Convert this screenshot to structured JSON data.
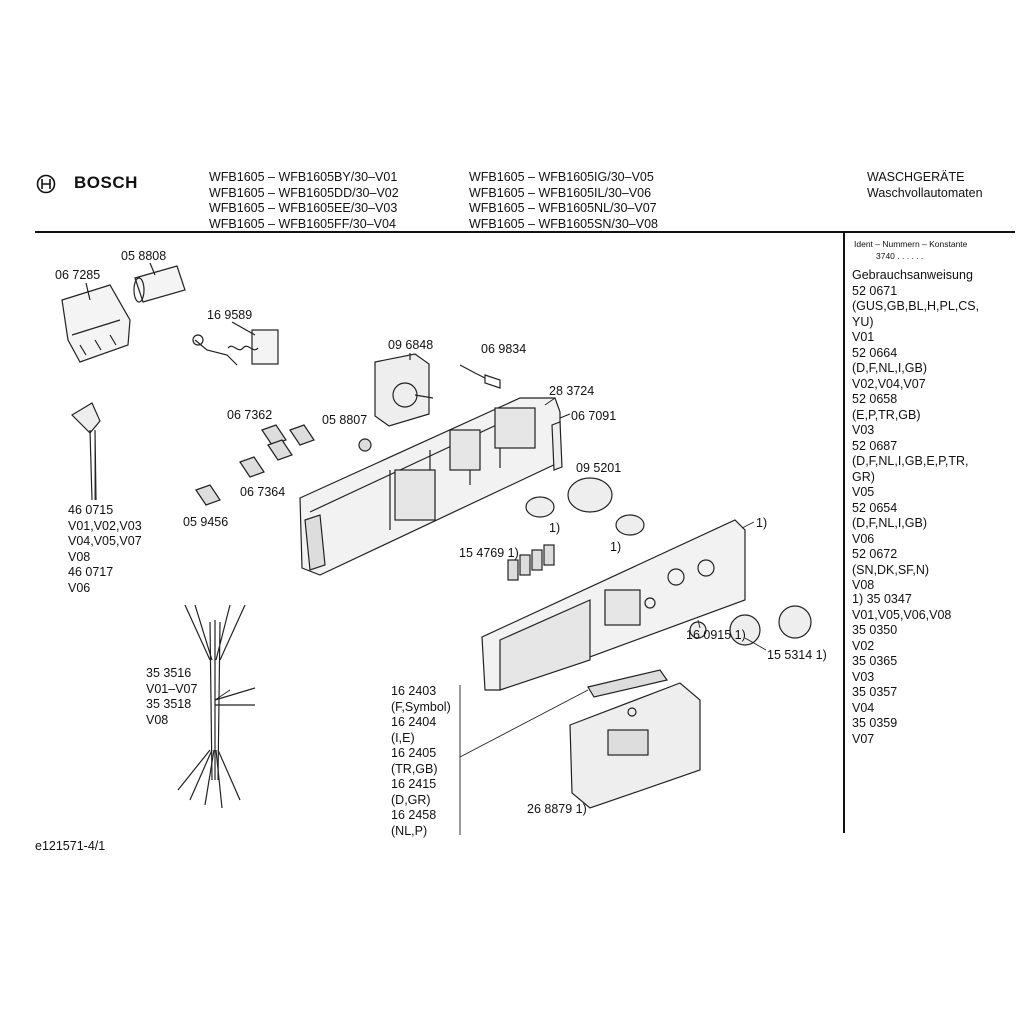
{
  "header": {
    "brand": "BOSCH",
    "models_col1": [
      "WFB1605 – WFB1605BY/30–V01",
      "WFB1605 – WFB1605DD/30–V02",
      "WFB1605 – WFB1605EE/30–V03",
      "WFB1605 – WFB1605FF/30–V04"
    ],
    "models_col2": [
      "WFB1605 – WFB1605IG/30–V05",
      "WFB1605 – WFB1605IL/30–V06",
      "WFB1605 – WFB1605NL/30–V07",
      "WFB1605 – WFB1605SN/30–V08"
    ],
    "category": "WASCHGERÄTE",
    "subcategory": "Waschvollautomaten"
  },
  "sidebar": {
    "ident_label": "Ident – Nummern – Konstante",
    "ident_value": "3740 . .   . . . .",
    "lines": [
      "Gebrauchsanweisung",
      "52 0671",
      "(GUS,GB,BL,H,PL,CS,",
      "YU)",
      "V01",
      "52 0664",
      "(D,F,NL,I,GB)",
      "V02,V04,V07",
      "52 0658",
      "(E,P,TR,GB)",
      "V03",
      "52 0687",
      "(D,F,NL,I,GB,E,P,TR,",
      "GR)",
      "V05",
      "52 0654",
      "(D,F,NL,I,GB)",
      "V06",
      "52 0672",
      "(SN,DK,SF,N)",
      "V08"
    ],
    "footnote": [
      "1)  35 0347",
      "     V01,V05,V06,V08",
      "     35 0350",
      "     V02",
      "     35 0365",
      "     V03",
      "     35 0357",
      "     V04",
      "     35 0359",
      "     V07"
    ]
  },
  "parts": {
    "p058808": "05 8808",
    "p067285": "06 7285",
    "p169589": "16 9589",
    "p096848": "09 6848",
    "p069834": "06 9834",
    "p283724": "28 3724",
    "p067091": "06 7091",
    "p067362": "06 7362",
    "p058807": "05 8807",
    "p095201": "09 5201",
    "p067364": "06 7364",
    "p059456": "05 9456",
    "fn1a": "1)",
    "fn1b": "1)",
    "fn1c": "1)",
    "p154769": "15 4769 1)",
    "p160915": "16 0915 1)",
    "p155314": "15 5314 1)",
    "p268879": "26 8879 1)",
    "cable": [
      "46 0715",
      "V01,V02,V03",
      "V04,V05,V07",
      "V08",
      "46 0717",
      "V06"
    ],
    "harness": [
      "35 3516",
      "V01–V07",
      "35 3518",
      "V08"
    ],
    "labels": [
      "16 2403",
      "(F,Symbol)",
      "16 2404",
      "(I,E)",
      "16 2405",
      "(TR,GB)",
      "16 2415",
      "(D,GR)",
      "16 2458",
      "(NL,P)"
    ]
  },
  "footer": {
    "drawing_id": "e121571-4/1"
  }
}
